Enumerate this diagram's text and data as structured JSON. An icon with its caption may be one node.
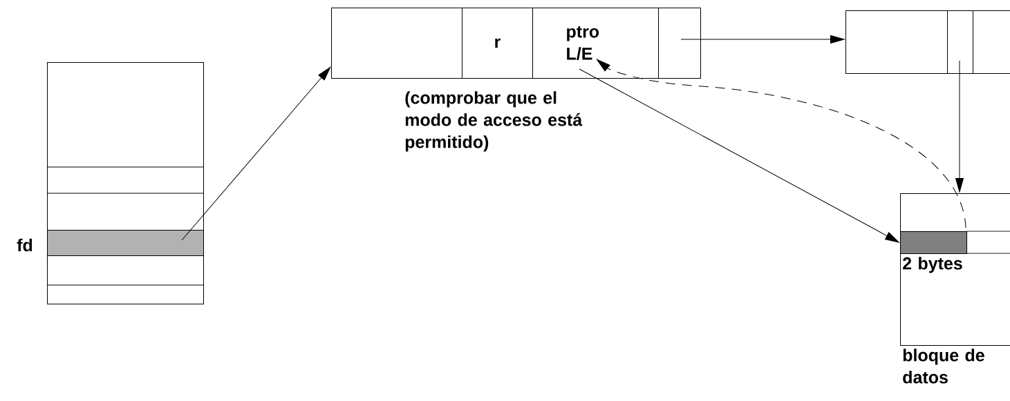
{
  "diagram": {
    "nodes": [
      {
        "text": [],
        "shape": "box"
      },
      {
        "text": [],
        "shape": "bar",
        "in": 0,
        "beside": [
          "fd"
        ]
      },
      {
        "text": [],
        "shape": "box",
        "beside": [
          "(comprobar que el modo de acceso está permitido)"
        ]
      },
      {
        "text": [
          "r"
        ],
        "in": 2
      },
      {
        "text": [
          "ptro L/E"
        ],
        "in": 2
      },
      {
        "text": [],
        "shape": "box",
        "in": 2
      },
      {
        "text": [],
        "shape": "box"
      },
      {
        "text": [],
        "shape": "box",
        "in": 6
      },
      {
        "text": [],
        "shape": "box",
        "beside": [
          "bloque de datos"
        ]
      },
      {
        "text": [],
        "shape": "bar",
        "in": 8,
        "beside": [
          "2 bytes"
        ]
      }
    ],
    "edges": [
      {
        "from": 1,
        "to": 2,
        "arrow": "to"
      },
      {
        "from": 5,
        "to": 6,
        "arrow": "to"
      },
      {
        "from": 7,
        "to": 8,
        "arrow": "to"
      },
      {
        "from": 4,
        "to": 9,
        "arrow": "to"
      },
      {
        "from": 9,
        "to": 4,
        "arrow": "to",
        "style": "dashed"
      }
    ]
  }
}
